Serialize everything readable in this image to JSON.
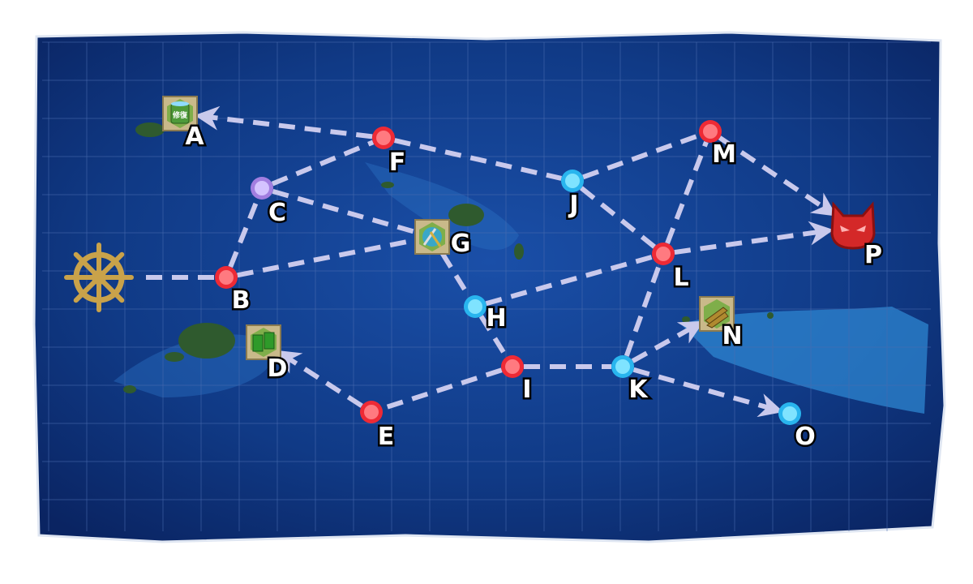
{
  "map": {
    "colors": {
      "sea_dark": "#0c2a6e",
      "sea_mid": "#15449a",
      "shallow": "#2e86d0",
      "grid": "#4a6cb0",
      "route": "#c9c9ec",
      "battle": "#ee2a35",
      "battle_inner": "#ff7a80",
      "empty": "#29b5ee",
      "empty_inner": "#7fe3ff",
      "air": "#a27ee0",
      "air_inner": "#d4c3ff",
      "boss": "#d42828",
      "island": "#2f5a2e"
    },
    "start": {
      "icon": "ship-wheel-icon"
    },
    "nodes": [
      {
        "id": "A",
        "type": "resource",
        "icon": "repair-bucket-icon",
        "icon_text": "修復"
      },
      {
        "id": "B",
        "type": "battle"
      },
      {
        "id": "C",
        "type": "air"
      },
      {
        "id": "D",
        "type": "resource",
        "icon": "fuel-cans-icon"
      },
      {
        "id": "E",
        "type": "battle"
      },
      {
        "id": "F",
        "type": "battle"
      },
      {
        "id": "G",
        "type": "resource",
        "icon": "repair-tools-icon"
      },
      {
        "id": "H",
        "type": "empty"
      },
      {
        "id": "I",
        "type": "battle"
      },
      {
        "id": "J",
        "type": "empty"
      },
      {
        "id": "K",
        "type": "empty"
      },
      {
        "id": "L",
        "type": "battle"
      },
      {
        "id": "M",
        "type": "battle"
      },
      {
        "id": "N",
        "type": "resource",
        "icon": "ammo-icon"
      },
      {
        "id": "O",
        "type": "empty"
      },
      {
        "id": "P",
        "type": "boss",
        "icon": "boss-demon-icon"
      }
    ],
    "routes": [
      [
        "start",
        "B",
        false
      ],
      [
        "B",
        "C",
        false
      ],
      [
        "B",
        "G",
        false
      ],
      [
        "C",
        "F",
        false
      ],
      [
        "C",
        "G",
        false
      ],
      [
        "F",
        "A",
        true
      ],
      [
        "F",
        "J",
        false
      ],
      [
        "J",
        "M",
        false
      ],
      [
        "J",
        "L",
        false
      ],
      [
        "G",
        "H",
        false
      ],
      [
        "H",
        "I",
        false
      ],
      [
        "H",
        "L",
        false
      ],
      [
        "I",
        "E",
        false
      ],
      [
        "E",
        "D",
        true
      ],
      [
        "I",
        "K",
        false
      ],
      [
        "K",
        "L",
        false
      ],
      [
        "K",
        "N",
        true
      ],
      [
        "K",
        "O",
        true
      ],
      [
        "L",
        "M",
        false
      ],
      [
        "L",
        "P",
        true
      ],
      [
        "M",
        "P",
        true
      ]
    ]
  }
}
